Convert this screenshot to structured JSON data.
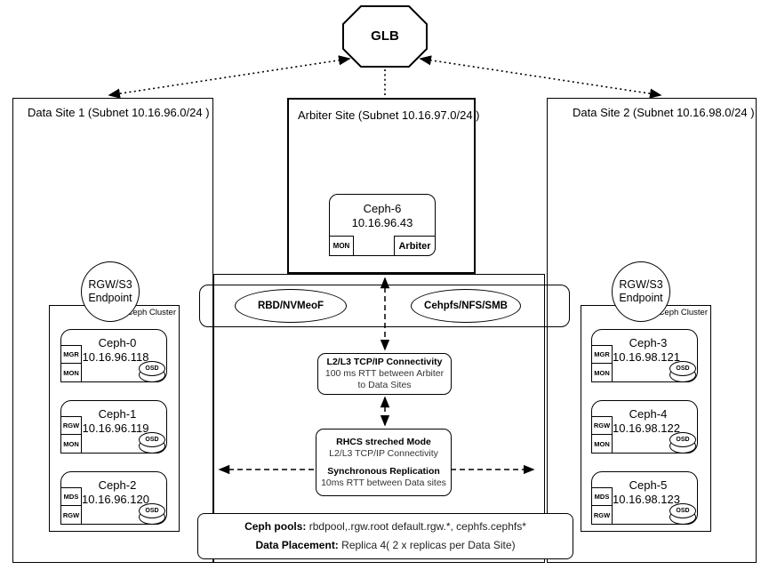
{
  "glb": {
    "label": "GLB"
  },
  "site1": {
    "title": "Data Site 1 (Subnet 10.16.96.0/24 )",
    "endpoint_line1": "RGW/S3",
    "endpoint_line2": "Endpoint",
    "cluster_label": "Ceph Cluster",
    "nodes": [
      {
        "name": "Ceph-0",
        "ip": "10.16.96.118",
        "role_top": "MGR",
        "role_bottom": "MON",
        "osd": "OSD"
      },
      {
        "name": "Ceph-1",
        "ip": "10.16.96.119",
        "role_top": "RGW",
        "role_bottom": "MON",
        "osd": "OSD"
      },
      {
        "name": "Ceph-2",
        "ip": "10.16.96.120",
        "role_top": "MDS",
        "role_bottom": "RGW",
        "osd": "OSD"
      }
    ]
  },
  "arbiter_site": {
    "title": "Arbiter Site (Subnet 10.16.97.0/24 )",
    "node": {
      "name": "Ceph-6",
      "ip": "10.16.96.43",
      "role": "MON",
      "badge": "Arbiter"
    }
  },
  "site2": {
    "title": "Data Site 2 (Subnet 10.16.98.0/24 )",
    "endpoint_line1": "RGW/S3",
    "endpoint_line2": "Endpoint",
    "cluster_label": "Ceph Cluster",
    "nodes": [
      {
        "name": "Ceph-3",
        "ip": "10.16.98.121",
        "role_top": "MGR",
        "role_bottom": "MON",
        "osd": "OSD"
      },
      {
        "name": "Ceph-4",
        "ip": "10.16.98.122",
        "role_top": "RGW",
        "role_bottom": "MON",
        "osd": "OSD"
      },
      {
        "name": "Ceph-5",
        "ip": "10.16.98.123",
        "role_top": "MDS",
        "role_bottom": "RGW",
        "osd": "OSD"
      }
    ]
  },
  "protocols": {
    "block": "RBD/NVMeoF",
    "file": "Cehpfs/NFS/SMB"
  },
  "connectivity": {
    "title": "L2/L3 TCP/IP Connectivity",
    "body": "100 ms RTT between Arbiter to Data Sites"
  },
  "stretch": {
    "title": "RHCS streched Mode",
    "subtitle": "L2/L3 TCP/IP Connectivity",
    "title2": "Synchronous Replication",
    "subtitle2": "10ms RTT between Data sites"
  },
  "pools": {
    "label1": "Ceph pools:",
    "value1": " rbdpool,.rgw.root default.rgw.*, cephfs.cephfs*",
    "label2": "Data Placement:",
    "value2": " Replica 4( 2 x replicas per Data Site)"
  },
  "colors": {
    "stroke": "#000000",
    "background": "#ffffff"
  }
}
